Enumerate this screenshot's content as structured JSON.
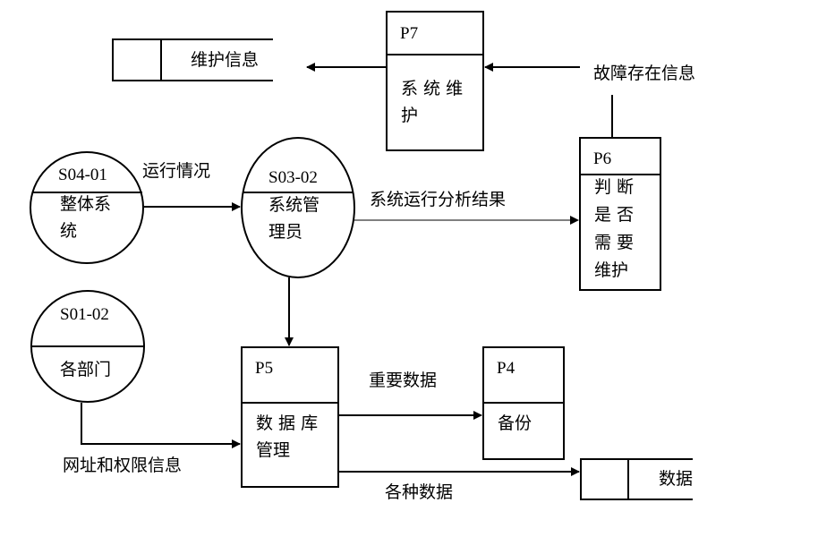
{
  "nodes": {
    "s04": {
      "id": "S04-01",
      "name": "整体系统"
    },
    "s03": {
      "id": "S03-02",
      "name": "系统管理员"
    },
    "s01": {
      "id": "S01-02",
      "name": "各部门"
    },
    "p7": {
      "id": "P7",
      "name": "系 统 维 护"
    },
    "p6": {
      "id": "P6",
      "name": "判 断 是 否 需 要 维护"
    },
    "p5": {
      "id": "P5",
      "name": "数 据 库 管理"
    },
    "p4": {
      "id": "P4",
      "name": "备份"
    },
    "store_maint": {
      "name": "维护信息"
    },
    "store_data": {
      "name": "数据"
    }
  },
  "flows": {
    "run_status": "运行情况",
    "analysis_result": "系统运行分析结果",
    "fault_info": "故障存在信息",
    "important_data": "重要数据",
    "various_data": "各种数据",
    "url_permission": "网址和权限信息"
  }
}
